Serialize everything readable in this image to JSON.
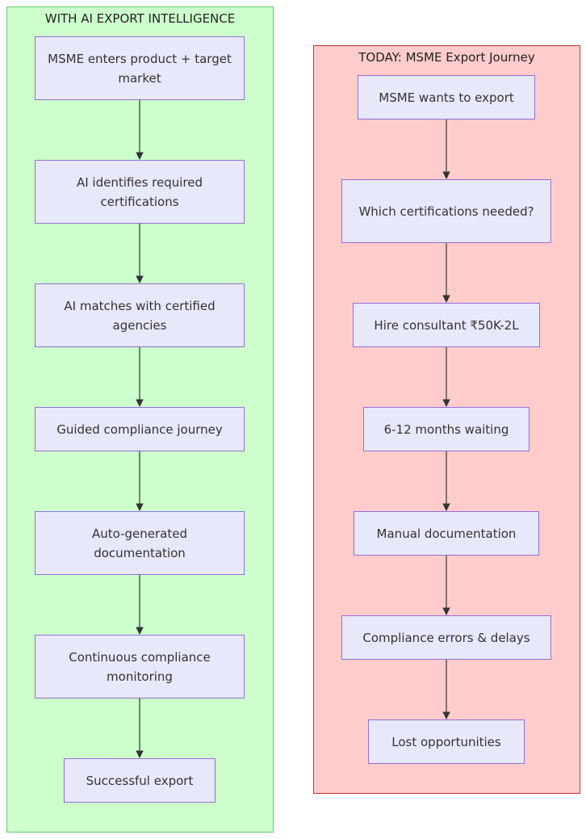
{
  "clusters": {
    "ai": {
      "title": "WITH AI EXPORT INTELLIGENCE",
      "fill": "#ccffcc",
      "stroke": "#66cc66"
    },
    "today": {
      "title": "TODAY: MSME Export Journey",
      "fill": "#ffcccc",
      "stroke": "#cc3333"
    }
  },
  "ai_nodes": [
    "MSME enters product + target market",
    "AI identifies required certifications",
    "AI matches with certified agencies",
    "Guided compliance journey",
    "Auto-generated documentation",
    "Continuous compliance monitoring",
    "Successful export"
  ],
  "today_nodes": [
    "MSME wants to export",
    "Which certifications needed?",
    "Hire consultant ₹50K-2L",
    "6-12 months waiting",
    "Manual documentation",
    "Compliance errors & delays",
    "Lost opportunities"
  ],
  "colors": {
    "node_fill": "#e8e8fb",
    "node_stroke": "#9370db",
    "edge": "#333333"
  }
}
